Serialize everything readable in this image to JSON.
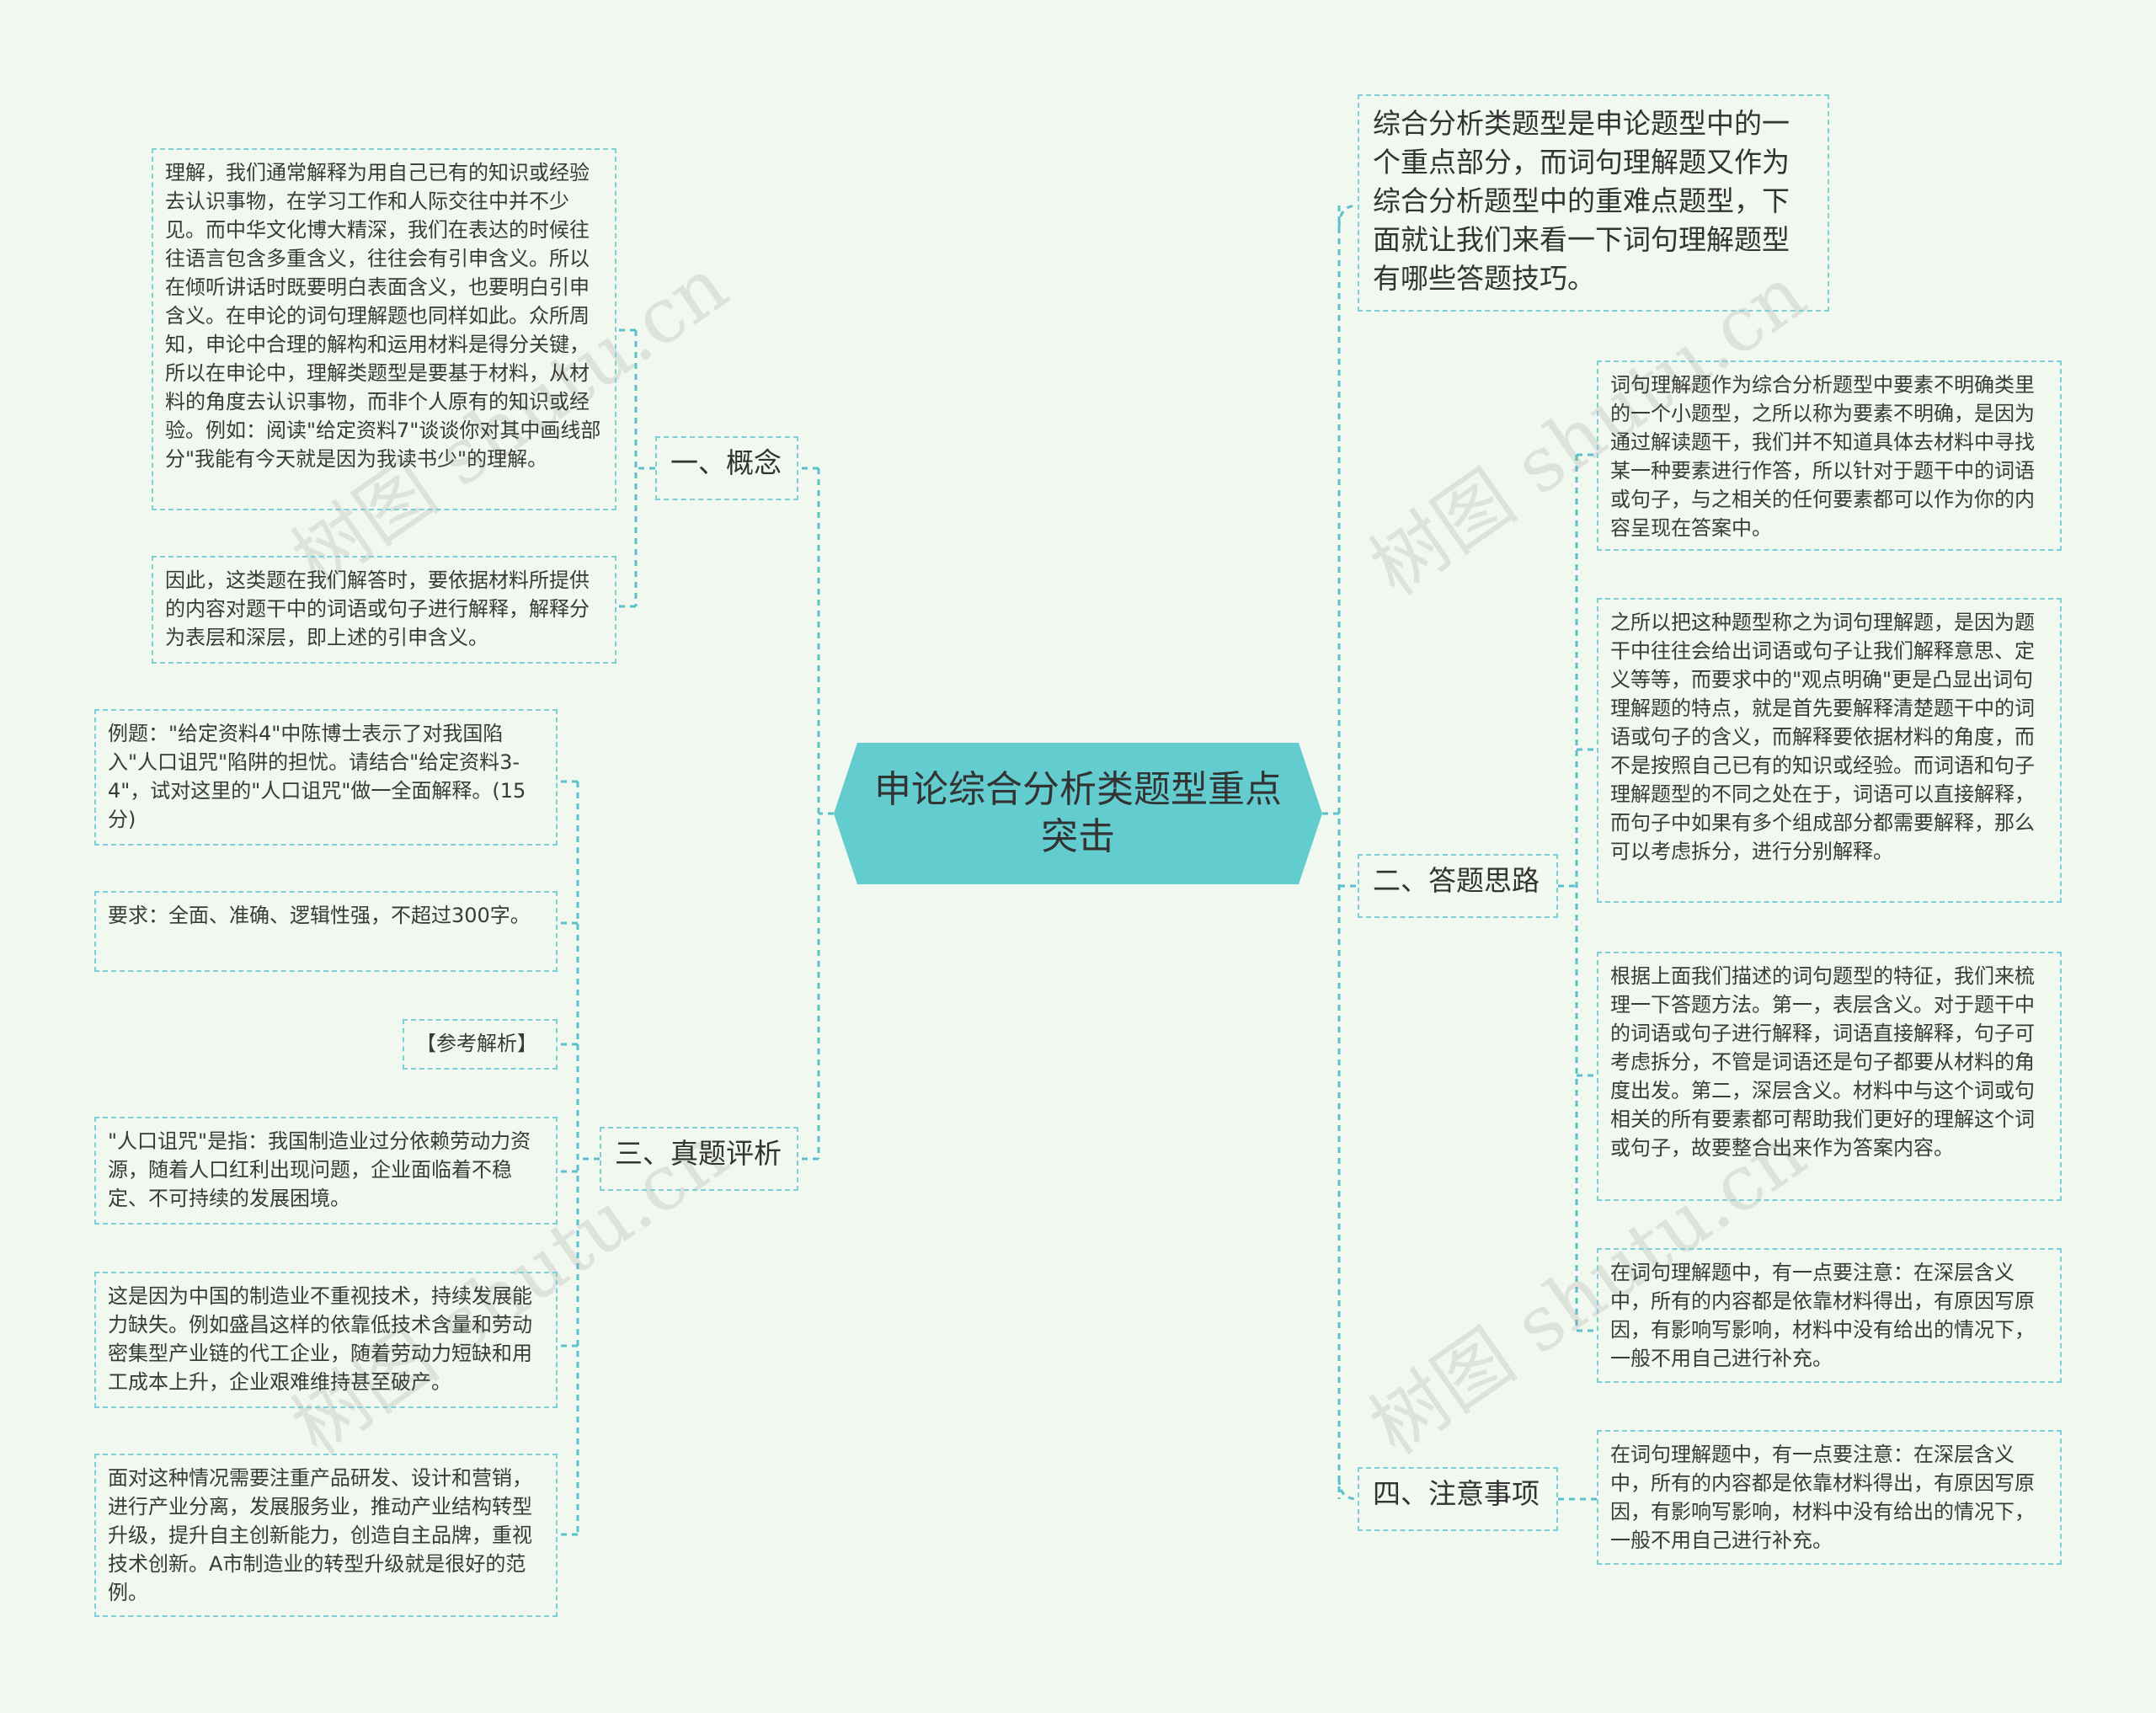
{
  "central_topic": "申论综合分析类题型重点突击",
  "intro": "综合分析类题型是申论题型中的一个重点部分，而词句理解题又作为综合分析题型中的重难点题型，下面就让我们来看一下词句理解题型有哪些答题技巧。",
  "branches": {
    "concept": {
      "label": "一、概念",
      "leaves": [
        "理解，我们通常解释为用自己已有的知识或经验去认识事物，在学习工作和人际交往中并不少见。而中华文化博大精深，我们在表达的时候往往语言包含多重含义，往往会有引申含义。所以在倾听讲话时既要明白表面含义，也要明白引申含义。在申论的词句理解题也同样如此。众所周知，申论中合理的解构和运用材料是得分关键，所以在申论中，理解类题型是要基于材料，从材料的角度去认识事物，而非个人原有的知识或经验。例如：阅读\"给定资料7\"谈谈你对其中画线部分\"我能有今天就是因为我读书少\"的理解。",
        "因此，这类题在我们解答时，要依据材料所提供的内容对题干中的词语或句子进行解释，解释分为表层和深层，即上述的引申含义。"
      ]
    },
    "approach": {
      "label": "二、答题思路",
      "leaves": [
        "词句理解题作为综合分析题型中要素不明确类里的一个小题型，之所以称为要素不明确，是因为通过解读题干，我们并不知道具体去材料中寻找某一种要素进行作答，所以针对于题干中的词语或句子，与之相关的任何要素都可以作为你的内容呈现在答案中。",
        "之所以把这种题型称之为词句理解题，是因为题干中往往会给出词语或句子让我们解释意思、定义等等，而要求中的\"观点明确\"更是凸显出词句理解题的特点，就是首先要解释清楚题干中的词语或句子的含义，而解释要依据材料的角度，而不是按照自己已有的知识或经验。而词语和句子理解题型的不同之处在于，词语可以直接解释，而句子中如果有多个组成部分都需要解释，那么可以考虑拆分，进行分别解释。",
        "根据上面我们描述的词句题型的特征，我们来梳理一下答题方法。第一，表层含义。对于题干中的词语或句子进行解释，词语直接解释，句子可考虑拆分，不管是词语还是句子都要从材料的角度出发。第二，深层含义。材料中与这个词或句相关的所有要素都可帮助我们更好的理解这个词或句子，故要整合出来作为答案内容。",
        "在词句理解题中，有一点要注意：在深层含义中，所有的内容都是依靠材料得出，有原因写原因，有影响写影响，材料中没有给出的情况下，一般不用自己进行补充。"
      ]
    },
    "exam": {
      "label": "三、真题评析",
      "leaves": [
        "例题：\"给定资料4\"中陈博士表示了对我国陷入\"人口诅咒\"陷阱的担忧。请结合\"给定资料3-4\"，试对这里的\"人口诅咒\"做一全面解释。(15分)",
        "要求：全面、准确、逻辑性强，不超过300字。",
        "【参考解析】",
        "\"人口诅咒\"是指：我国制造业过分依赖劳动力资源，随着人口红利出现问题，企业面临着不稳定、不可持续的发展困境。",
        "这是因为中国的制造业不重视技术，持续发展能力缺失。例如盛昌这样的依靠低技术含量和劳动密集型产业链的代工企业，随着劳动力短缺和用工成本上升，企业艰难维持甚至破产。",
        "面对这种情况需要注重产品研发、设计和营销，进行产业分离，发展服务业，推动产业结构转型升级，提升自主创新能力，创造自主品牌，重视技术创新。A市制造业的转型升级就是很好的范例。"
      ]
    },
    "notes": {
      "label": "四、注意事项",
      "leaves": [
        "在词句理解题中，有一点要注意：在深层含义中，所有的内容都是依靠材料得出，有原因写原因，有影响写影响，材料中没有给出的情况下，一般不用自己进行补充。"
      ]
    }
  },
  "watermark": "树图 shutu.cn",
  "colors": {
    "central_fill": "#62cccf",
    "line": "#5bc0cc",
    "border": "#7fcfd8",
    "background": "#f1f8ef"
  }
}
